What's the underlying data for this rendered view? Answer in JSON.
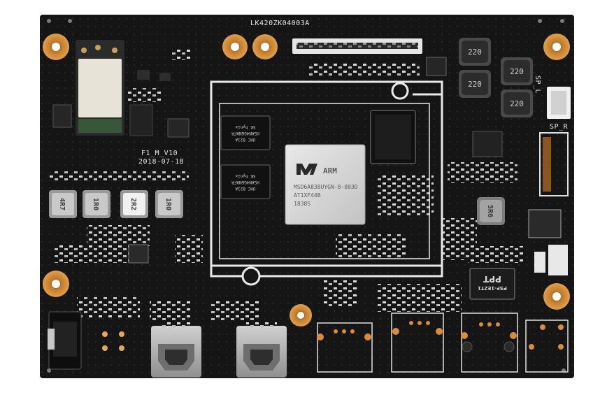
{
  "board": {
    "top_code": "LK420ZK04003A",
    "model": "F1_M_V10",
    "date": "2018-07-18",
    "label_sp_l": "SP_L",
    "label_sp_r": "SP_R"
  },
  "soc": {
    "brand": "ARM",
    "line1": "MSD6A838UYGN-8-003D",
    "line2": "AT1XF44B",
    "line3": "1838S"
  },
  "memory": {
    "chip1_line1": "SK hynix",
    "chip1_line2": "H5AN4G6NAFR",
    "chip1_line3": "UHC 821A",
    "chip2_line1": "SK hynix",
    "chip2_line2": "H5AN4G6NAFR",
    "chip2_line3": "UHC 821A"
  },
  "inductors": {
    "i1": "4R7",
    "i2": "1R0",
    "i3": "2R2",
    "i4": "1R0",
    "p1": "220",
    "p2": "220",
    "p3": "220",
    "p4": "220",
    "p5": "5R6"
  },
  "transformer": {
    "brand": "PPT",
    "part": "PSF-1E2T1"
  },
  "colors": {
    "background": "#ffffff",
    "pcb": "#151515",
    "silkscreen": "#e9e9e9",
    "copper_pad": "#d98c2e",
    "soc": "#d7d7d7"
  }
}
